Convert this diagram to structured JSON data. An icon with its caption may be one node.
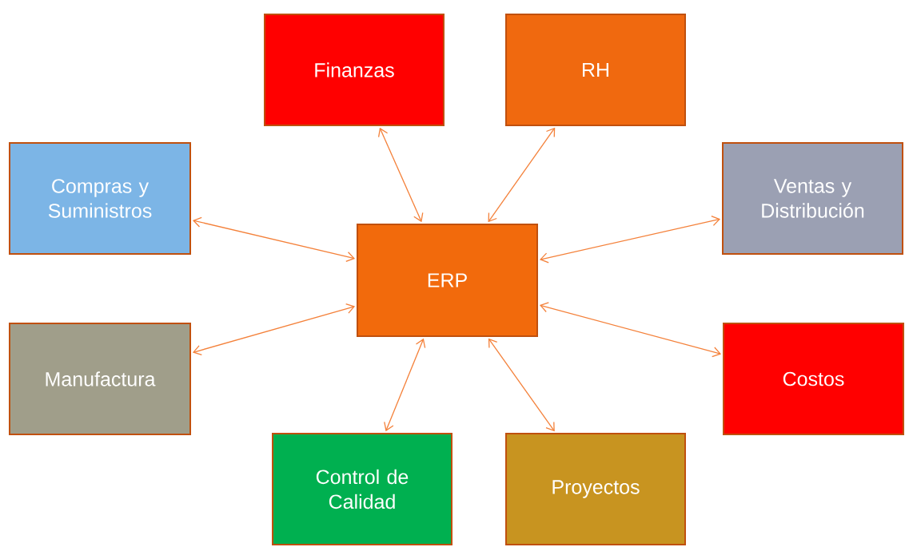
{
  "diagram": {
    "nodes": [
      {
        "text": [
          "Finanzas"
        ]
      },
      {
        "text": [
          "RH"
        ]
      },
      {
        "text": [
          "Compras y Suministros"
        ]
      },
      {
        "text": [
          "Ventas y Distribución"
        ]
      },
      {
        "text": [
          "ERP"
        ]
      },
      {
        "text": [
          "Manufactura"
        ]
      },
      {
        "text": [
          "Costos"
        ]
      },
      {
        "text": [
          "Control de Calidad"
        ]
      },
      {
        "text": [
          "Proyectos"
        ]
      }
    ],
    "edges": [
      {
        "from": 0,
        "to": 4,
        "arrow": "both"
      },
      {
        "from": 1,
        "to": 4,
        "arrow": "both"
      },
      {
        "from": 2,
        "to": 4,
        "arrow": "both"
      },
      {
        "from": 3,
        "to": 4,
        "arrow": "both"
      },
      {
        "from": 5,
        "to": 4,
        "arrow": "both"
      },
      {
        "from": 6,
        "to": 4,
        "arrow": "both"
      },
      {
        "from": 7,
        "to": 4,
        "arrow": "both"
      },
      {
        "from": 8,
        "to": 4,
        "arrow": "both"
      }
    ]
  }
}
